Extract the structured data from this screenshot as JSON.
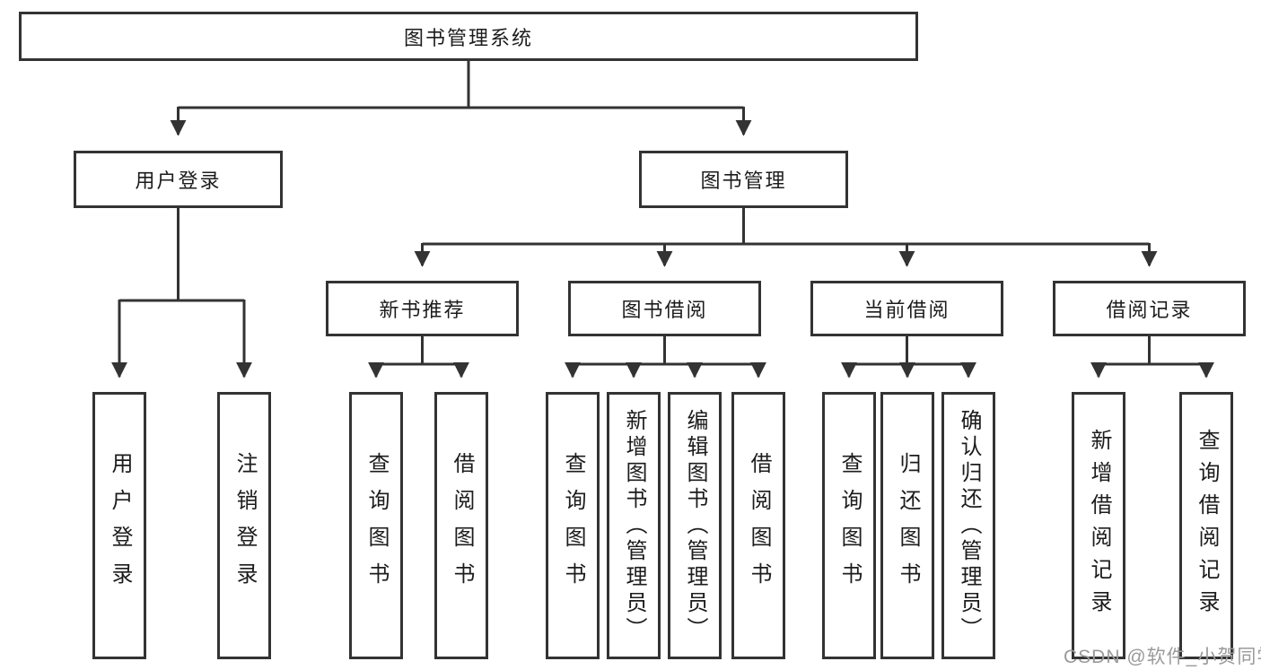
{
  "tree": {
    "label": "图书管理系统",
    "children": [
      {
        "label": "用户登录",
        "children": [
          {
            "label": "用户登录"
          },
          {
            "label": "注销登录"
          }
        ]
      },
      {
        "label": "图书管理",
        "children": [
          {
            "label": "新书推荐",
            "children": [
              {
                "label": "查询图书"
              },
              {
                "label": "借阅图书"
              }
            ]
          },
          {
            "label": "图书借阅",
            "children": [
              {
                "label": "查询图书"
              },
              {
                "label": "新增图书（管理员）"
              },
              {
                "label": "编辑图书（管理员）"
              },
              {
                "label": "借阅图书"
              }
            ]
          },
          {
            "label": "当前借阅",
            "children": [
              {
                "label": "查询图书"
              },
              {
                "label": "归还图书"
              },
              {
                "label": "确认归还（管理员）"
              }
            ]
          },
          {
            "label": "借阅记录",
            "children": [
              {
                "label": "新增借阅记录"
              },
              {
                "label": "查询借阅记录"
              }
            ]
          }
        ]
      }
    ]
  },
  "watermark": "CSDN @软件_小贺同学",
  "colors": {
    "line": "#333333",
    "text": "#1c1c1c",
    "watermark": "#9a9a9a",
    "background": "#ffffff"
  }
}
